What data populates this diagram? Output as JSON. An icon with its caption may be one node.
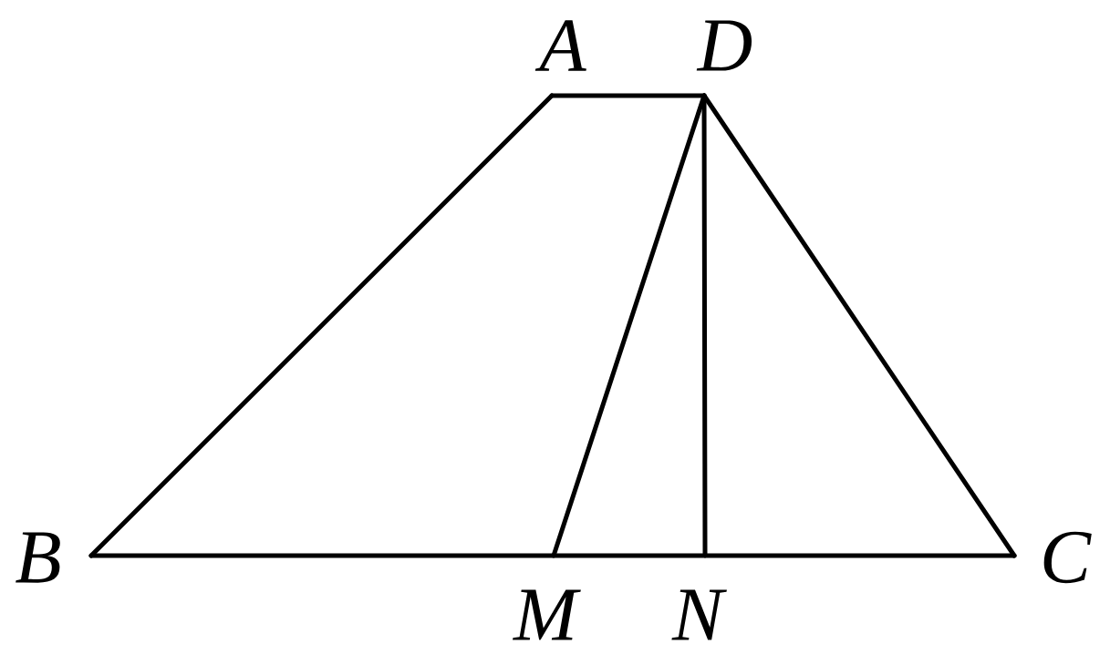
{
  "diagram": {
    "nodes": [
      {
        "text": [
          "A"
        ]
      },
      {
        "text": [
          "D"
        ]
      },
      {
        "text": [
          "B"
        ]
      },
      {
        "text": [
          "M"
        ]
      },
      {
        "text": [
          "N"
        ]
      },
      {
        "text": [
          "C"
        ]
      }
    ],
    "edges": [
      {
        "from": 0,
        "to": 1,
        "arrow": "none"
      },
      {
        "from": 0,
        "to": 2,
        "arrow": "none"
      },
      {
        "from": 1,
        "to": 3,
        "arrow": "none"
      },
      {
        "from": 1,
        "to": 4,
        "arrow": "none"
      },
      {
        "from": 1,
        "to": 5,
        "arrow": "none"
      },
      {
        "from": 2,
        "to": 5,
        "arrow": "none"
      }
    ]
  }
}
